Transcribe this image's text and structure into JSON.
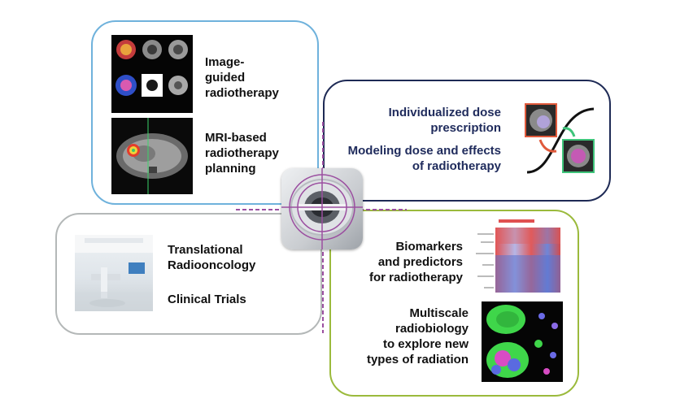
{
  "panels": {
    "image_guided": {
      "label": "Image-\nguided\nradiotherapy",
      "color": "#6fb2dc"
    },
    "mri_planning": {
      "label": "MRI-based\nradiotherapy\nplanning"
    },
    "dose_prescription": {
      "label": "Individualized dose\nprescription",
      "color": "#1e2a55"
    },
    "dose_modeling": {
      "label": "Modeling dose and effects\nof radiotherapy"
    },
    "translational": {
      "label": "Translational\nRadiooncology",
      "color": "#b4b8b8"
    },
    "clinical_trials": {
      "label": "Clinical Trials"
    },
    "biomarkers": {
      "label": "Biomarkers\nand predictors\nfor radiotherapy",
      "color": "#9bba3c"
    },
    "radiobiology": {
      "label": "Multiscale\nradiobiology\nto explore new\ntypes of radiation"
    }
  },
  "connector_color": "#9b4fa0",
  "icons": {
    "ct_grid": "ct-scan-grid-image",
    "mri": "mri-abdomen-image",
    "room": "treatment-room-photo",
    "machine": "linac-machine-image",
    "dose_curve": "dose-response-curve-image",
    "heatmap": "gene-expression-heatmap-image",
    "cells": "fluorescence-cell-image"
  }
}
